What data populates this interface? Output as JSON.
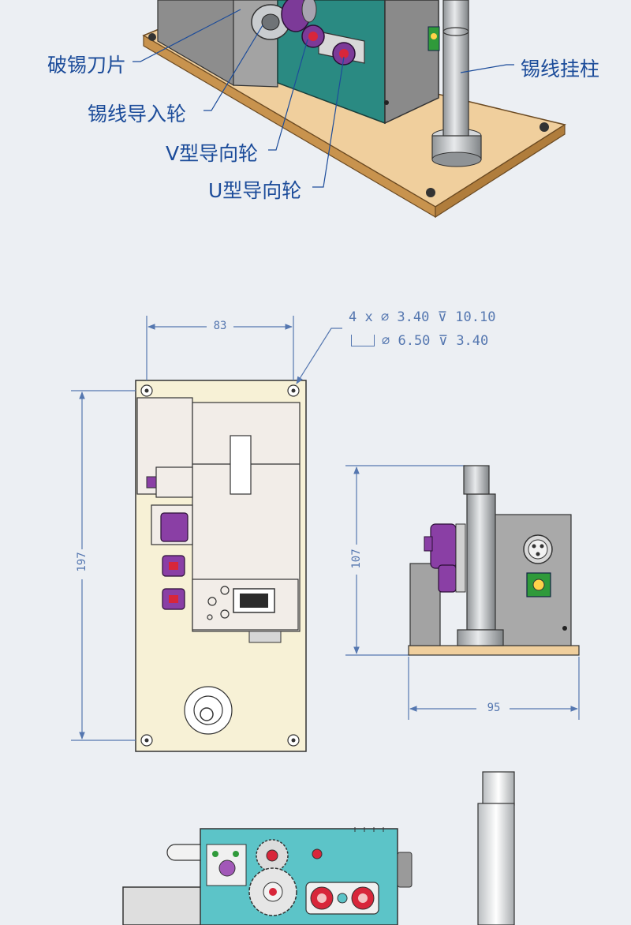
{
  "callouts": {
    "blade": "破锡刀片",
    "feed_wheel": "锡线导入轮",
    "v_guide": "V型导向轮",
    "u_guide": "U型导向轮",
    "post": "锡线挂柱"
  },
  "dimensions": {
    "width": "83",
    "height": "197",
    "side_height": "107",
    "side_width": "95",
    "hole_line1": "4 x ∅ 3.40 ⊽ 10.10",
    "hole_line2": "∅ 6.50 ⊽ 3.40"
  },
  "colors": {
    "background": "#eceff3",
    "callout": "#1c4c9a",
    "base_wood": "#f0cf9d",
    "body_teal": "#2a8a82",
    "body_grey": "#8a8a8a",
    "plate_cream": "#f7f1d6",
    "roller_purple": "#8a3fa5",
    "roller_red": "#d8263a",
    "dim_line": "#5577b0",
    "bottom_teal": "#5cc4c8"
  }
}
